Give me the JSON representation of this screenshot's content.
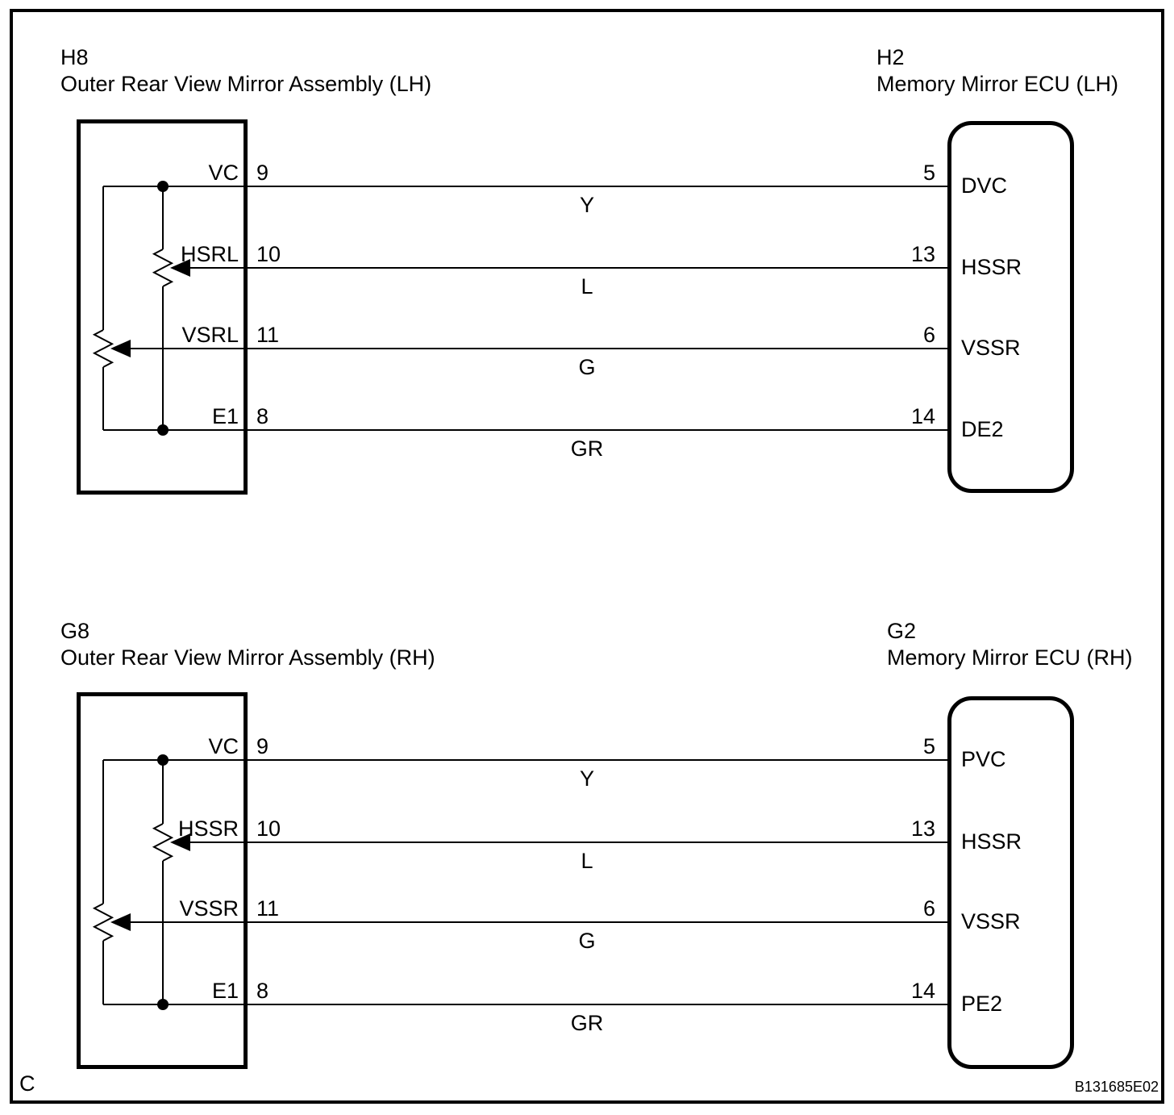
{
  "page": {
    "corner_label": "C",
    "reference_code": "B131685E02"
  },
  "colors": {
    "line": "#000000",
    "background": "#ffffff"
  },
  "circuits": [
    {
      "component": {
        "code": "H8",
        "name": "Outer Rear View Mirror Assembly (LH)",
        "pins": [
          {
            "name": "VC",
            "number": "9"
          },
          {
            "name": "HSRL",
            "number": "10"
          },
          {
            "name": "VSRL",
            "number": "11"
          },
          {
            "name": "E1",
            "number": "8"
          }
        ]
      },
      "ecu": {
        "code": "H2",
        "name": "Memory Mirror ECU (LH)",
        "pins": [
          {
            "number": "5",
            "name": "DVC"
          },
          {
            "number": "13",
            "name": "HSSR"
          },
          {
            "number": "6",
            "name": "VSSR"
          },
          {
            "number": "14",
            "name": "DE2"
          }
        ]
      },
      "wires": [
        {
          "color_code": "Y"
        },
        {
          "color_code": "L"
        },
        {
          "color_code": "G"
        },
        {
          "color_code": "GR"
        }
      ]
    },
    {
      "component": {
        "code": "G8",
        "name": "Outer Rear View Mirror Assembly (RH)",
        "pins": [
          {
            "name": "VC",
            "number": "9"
          },
          {
            "name": "HSSR",
            "number": "10"
          },
          {
            "name": "VSSR",
            "number": "11"
          },
          {
            "name": "E1",
            "number": "8"
          }
        ]
      },
      "ecu": {
        "code": "G2",
        "name": "Memory Mirror ECU (RH)",
        "pins": [
          {
            "number": "5",
            "name": "PVC"
          },
          {
            "number": "13",
            "name": "HSSR"
          },
          {
            "number": "6",
            "name": "VSSR"
          },
          {
            "number": "14",
            "name": "PE2"
          }
        ]
      },
      "wires": [
        {
          "color_code": "Y"
        },
        {
          "color_code": "L"
        },
        {
          "color_code": "G"
        },
        {
          "color_code": "GR"
        }
      ]
    }
  ]
}
